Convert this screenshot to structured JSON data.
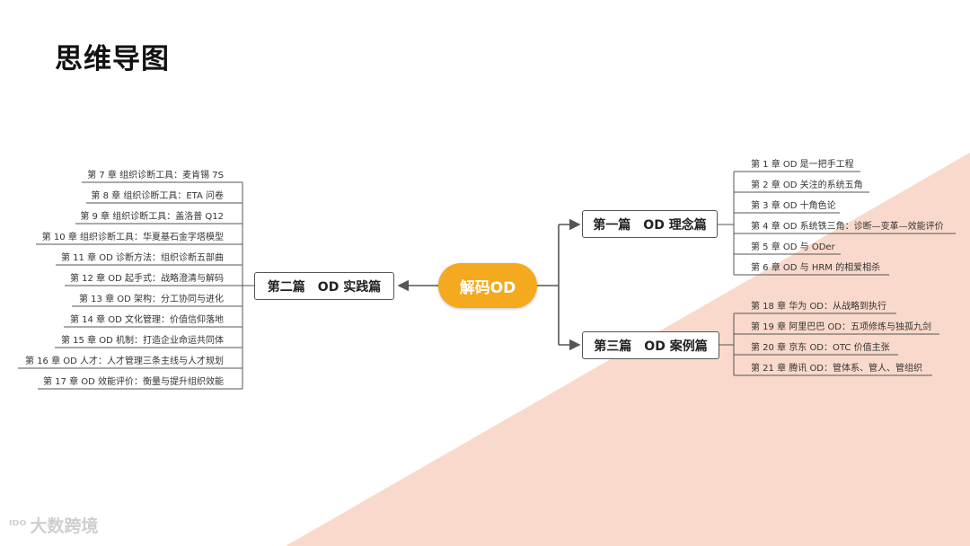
{
  "page_title": "思维导图",
  "center": "解码OD",
  "branches": {
    "part1": "第一篇　OD 理念篇",
    "part2": "第二篇　OD 实践篇",
    "part3": "第三篇　OD 案例篇"
  },
  "part1_chapters": [
    "第 1 章 OD 是一把手工程",
    "第 2 章 OD 关注的系统五角",
    "第 3 章 OD 十角色论",
    "第 4 章 OD 系统铁三角：诊断—变革—效能评价",
    "第 5 章 OD 与 ODer",
    "第 6 章 OD 与 HRM 的相爱相杀"
  ],
  "part2_chapters": [
    "第 7 章 组织诊断工具：麦肯锡 7S",
    "第 8 章 组织诊断工具：ETA 问卷",
    "第 9 章 组织诊断工具：盖洛普 Q12",
    "第 10 章 组织诊断工具：华夏基石金字塔模型",
    "第 11 章 OD 诊断方法：组织诊断五部曲",
    "第 12 章 OD 起手式：战略澄清与解码",
    "第 13 章 OD 架构：分工协同与进化",
    "第 14 章 OD 文化管理：价值信仰落地",
    "第 15 章 OD 机制：打造企业命运共同体",
    "第 16 章 OD 人才：人才管理三条主线与人才规划",
    "第 17 章 OD 效能评价：衡量与提升组织效能"
  ],
  "part3_chapters": [
    "第 18 章 华为 OD：从战略到执行",
    "第 19 章 阿里巴巴 OD：五项修炼与独孤九剑",
    "第 20 章 京东 OD：OTC 价值主张",
    "第 21 章 腾讯 OD：管体系、管人、管组织"
  ],
  "brand": {
    "logo_text": "大数跨境",
    "logo_mark": "ᴵᴰᴼ"
  },
  "colors": {
    "accent": "#f4a91f",
    "background_triangle": "#f9d9cb",
    "lines": "#555555"
  }
}
